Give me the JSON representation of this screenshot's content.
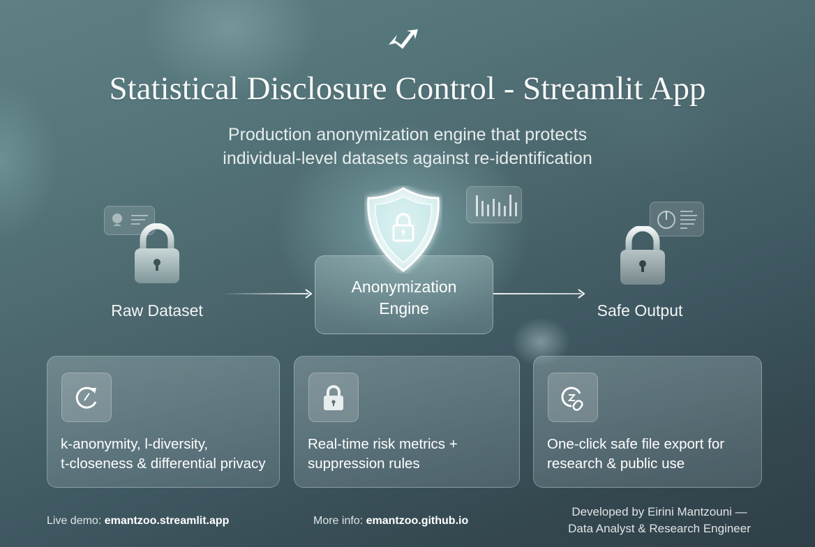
{
  "header": {
    "logo_icon": "trend-arrow-logo-icon",
    "title": "Statistical Disclosure Control - Streamlit App",
    "subtitle_line1": "Production anonymization engine that protects",
    "subtitle_line2": "individual-level datasets against re-identification"
  },
  "flow": {
    "nodes": [
      {
        "id": "raw",
        "label": "Raw Dataset",
        "icon": "padlock-icon",
        "badge_icon": "id-card-icon"
      },
      {
        "id": "engine",
        "label_line1": "Anonymization",
        "label_line2": "Engine",
        "icon": "shield-lock-icon",
        "badge_icon": "bar-chart-icon"
      },
      {
        "id": "safe",
        "label": "Safe Output",
        "icon": "padlock-icon",
        "badge_icon": "gauge-report-icon"
      }
    ],
    "edges": [
      {
        "from": "raw",
        "to": "engine"
      },
      {
        "from": "engine",
        "to": "safe"
      }
    ],
    "bar_chart_badge_values": [
      8,
      6,
      5,
      7,
      6,
      5,
      8,
      6
    ]
  },
  "features": [
    {
      "icon": "refresh-dial-icon",
      "line1": "k-anonymity, l-diversity,",
      "line2": "t-closeness & differential privacy"
    },
    {
      "icon": "padlock-icon",
      "line1": "Real-time risk metrics +",
      "line2": "suppression rules"
    },
    {
      "icon": "export-link-icon",
      "line1": "One-click safe file export for",
      "line2": "research & public use"
    }
  ],
  "footer": {
    "live_demo_label": "Live demo: ",
    "live_demo_url": "emantzoo.streamlit.app",
    "more_info_label": "More info: ",
    "more_info_url": "emantzoo.github.io",
    "credit_line1": "Developed by Eirini Mantzouni —",
    "credit_line2": "Data Analyst & Research Engineer"
  },
  "colors": {
    "background_top": "#5e8085",
    "background_bottom": "#2f3f47",
    "text": "#ffffff",
    "glow": "#aae1e1"
  }
}
